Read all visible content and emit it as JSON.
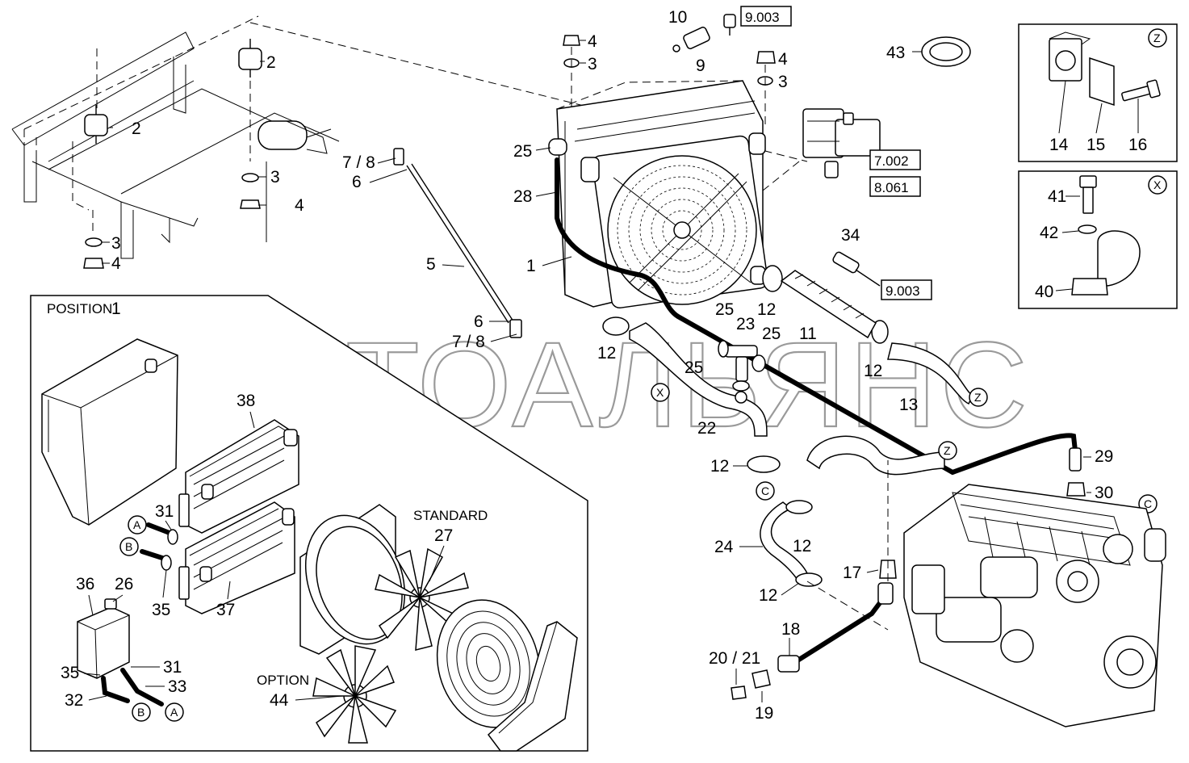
{
  "watermark": "АВТОАЛЬЯНС",
  "position_box": {
    "label": "POSITION",
    "number": "1"
  },
  "variant_labels": {
    "standard": "STANDARD",
    "option": "OPTION"
  },
  "callout_letters": {
    "a": "A",
    "b": "B",
    "c": "C",
    "x": "X",
    "z": "Z"
  },
  "refs": {
    "r9003": "9.003",
    "r7002": "7.002",
    "r8061": "8.061"
  },
  "labels": {
    "p2a": "2",
    "p2b": "2",
    "p3a": "3",
    "p4a": "4",
    "p3b": "3",
    "p4b": "4",
    "p4c": "4",
    "p3c": "3",
    "p10": "10",
    "p9": "9",
    "p4d": "4",
    "p3d": "3",
    "p43": "43",
    "p78a": "7 / 8",
    "p6a": "6",
    "p25a": "25",
    "p28": "28",
    "p5": "5",
    "p1": "1",
    "p6b": "6",
    "p78b": "7 / 8",
    "p12a": "12",
    "p34": "34",
    "p12b": "12",
    "p25b": "25",
    "p23": "23",
    "p25c": "25",
    "p11": "11",
    "p25d": "25",
    "p12c": "12",
    "p22": "22",
    "p13": "13",
    "p12d": "12",
    "p29": "29",
    "p30": "30",
    "p24": "24",
    "p12e": "12",
    "p12f": "12",
    "p17": "17",
    "p18": "18",
    "p2021": "20 / 21",
    "p19": "19",
    "p14": "14",
    "p15": "15",
    "p16": "16",
    "p41": "41",
    "p42": "42",
    "p40": "40",
    "p38": "38",
    "p31a": "31",
    "p35a": "35",
    "p37": "37",
    "p27": "27",
    "p36": "36",
    "p26": "26",
    "p35b": "35",
    "p31b": "31",
    "p33": "33",
    "p32": "32",
    "p44": "44"
  }
}
